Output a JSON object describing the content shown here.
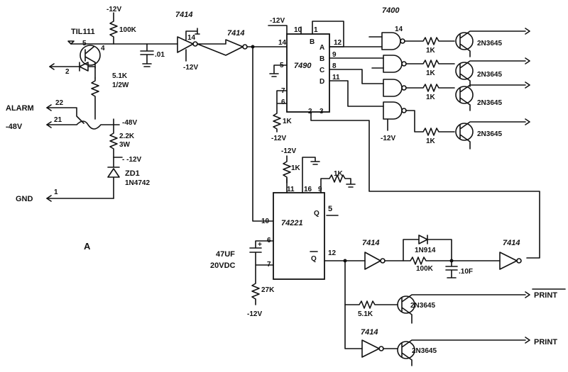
{
  "figure_label": "A",
  "power": {
    "vneg_top": "-12V",
    "vneg": "-12V",
    "v48": "-48V",
    "v48_node": "-48V",
    "v12_node": "- -12V"
  },
  "connectors": {
    "alarm": "ALARM",
    "alarm_pin": "22",
    "neg48": "-48V",
    "neg48_pin": "21",
    "gnd": "GND",
    "gnd_pin": "1",
    "print_bar": "PRINT",
    "print": "PRINT"
  },
  "input_stage": {
    "optocoupler": "TIL111",
    "pin5": "5",
    "pin4": "4",
    "pin2": "2",
    "r_pullup": "100K",
    "cap": ".01",
    "r_led": "5.1K",
    "r_led_rating": "1/2W",
    "r_drop": "2.2K",
    "r_drop_rating": "3W",
    "zener": "ZD1",
    "zener_part": "1N4742"
  },
  "buffers": {
    "inv1": "7414",
    "inv1_pin": "14",
    "inv2": "7414"
  },
  "counter": {
    "part": "7490",
    "pins": [
      "14",
      "10",
      "1",
      "12",
      "9",
      "8",
      "11",
      "5",
      "7",
      "6",
      "2",
      "3"
    ],
    "outputs": [
      "A",
      "B",
      "C",
      "D"
    ],
    "pin_b": "B",
    "r_pulldown": "1K"
  },
  "drivers": {
    "gate_part": "7400",
    "gate_pin": "14",
    "resistor": "1K",
    "transistor": "2N3645"
  },
  "oneshot": {
    "part": "74221",
    "pins": [
      "11",
      "16",
      "9",
      "10",
      "6",
      "7",
      "12"
    ],
    "q_label": "Q",
    "q_pin": "5",
    "qbar_label": "Q",
    "r_top": "1K",
    "r_side": "1K",
    "cap": "47UF",
    "cap_rating": "20VDC",
    "r_timing": "27K"
  },
  "feedback": {
    "inv_a": "7414",
    "diode": "1N914",
    "resistor": "100K",
    "cap": ".10F",
    "inv_b": "7414"
  },
  "print_stage": {
    "resistor": "5.1K",
    "transistor_top": "2N3645",
    "inv": "7414",
    "transistor_bottom": "2N3645"
  }
}
